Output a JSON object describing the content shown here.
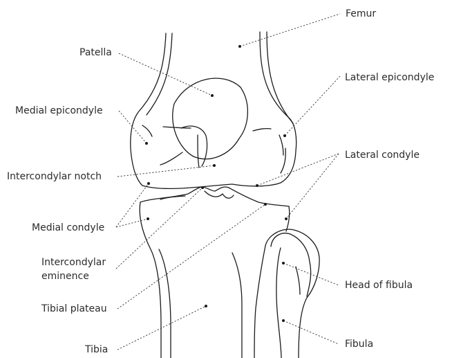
{
  "title": "",
  "colors": {
    "line": "#1a1a1a",
    "leader": "#333333",
    "text": "#2b2b2b",
    "background": "#ffffff"
  },
  "labels": {
    "femur": "Femur",
    "patella": "Patella",
    "lateral_epicondyle": "Lateral epicondyle",
    "medial_epicondyle": "Medial epicondyle",
    "intercondylar_notch": "Intercondylar notch",
    "lateral_condyle": "Lateral condyle",
    "medial_condyle": "Medial condyle",
    "intercondylar_eminence_line1": "Intercondylar",
    "intercondylar_eminence_line2": "eminence",
    "head_of_fibula": "Head of fibula",
    "tibial_plateau": "Tibial plateau",
    "tibia": "Tibia",
    "fibula": "Fibula"
  }
}
